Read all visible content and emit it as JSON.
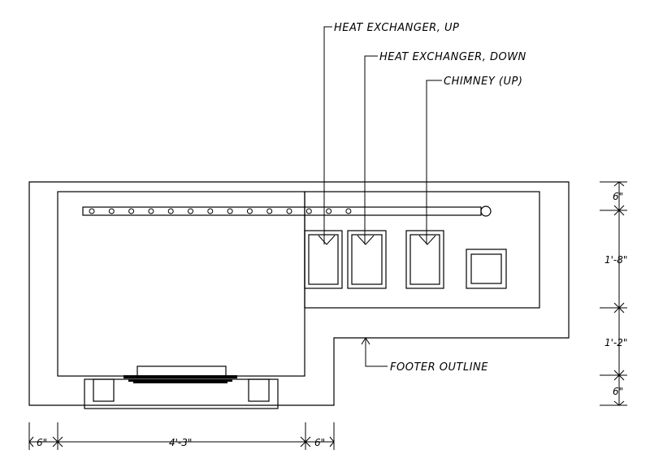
{
  "labels": {
    "heat_exchanger_up": "HEAT EXCHANGER, UP",
    "heat_exchanger_down": "HEAT EXCHANGER, DOWN",
    "chimney": "CHIMNEY (UP)",
    "footer_outline": "FOOTER OUTLINE"
  },
  "dimensions": {
    "right_top": "6\"",
    "right_mid1": "1'-8\"",
    "right_mid2": "1'-2\"",
    "right_bottom": "6\"",
    "bottom_left": "6\"",
    "bottom_center": "4'-3\"",
    "bottom_right": "6\""
  },
  "pipe_port_count": 14
}
